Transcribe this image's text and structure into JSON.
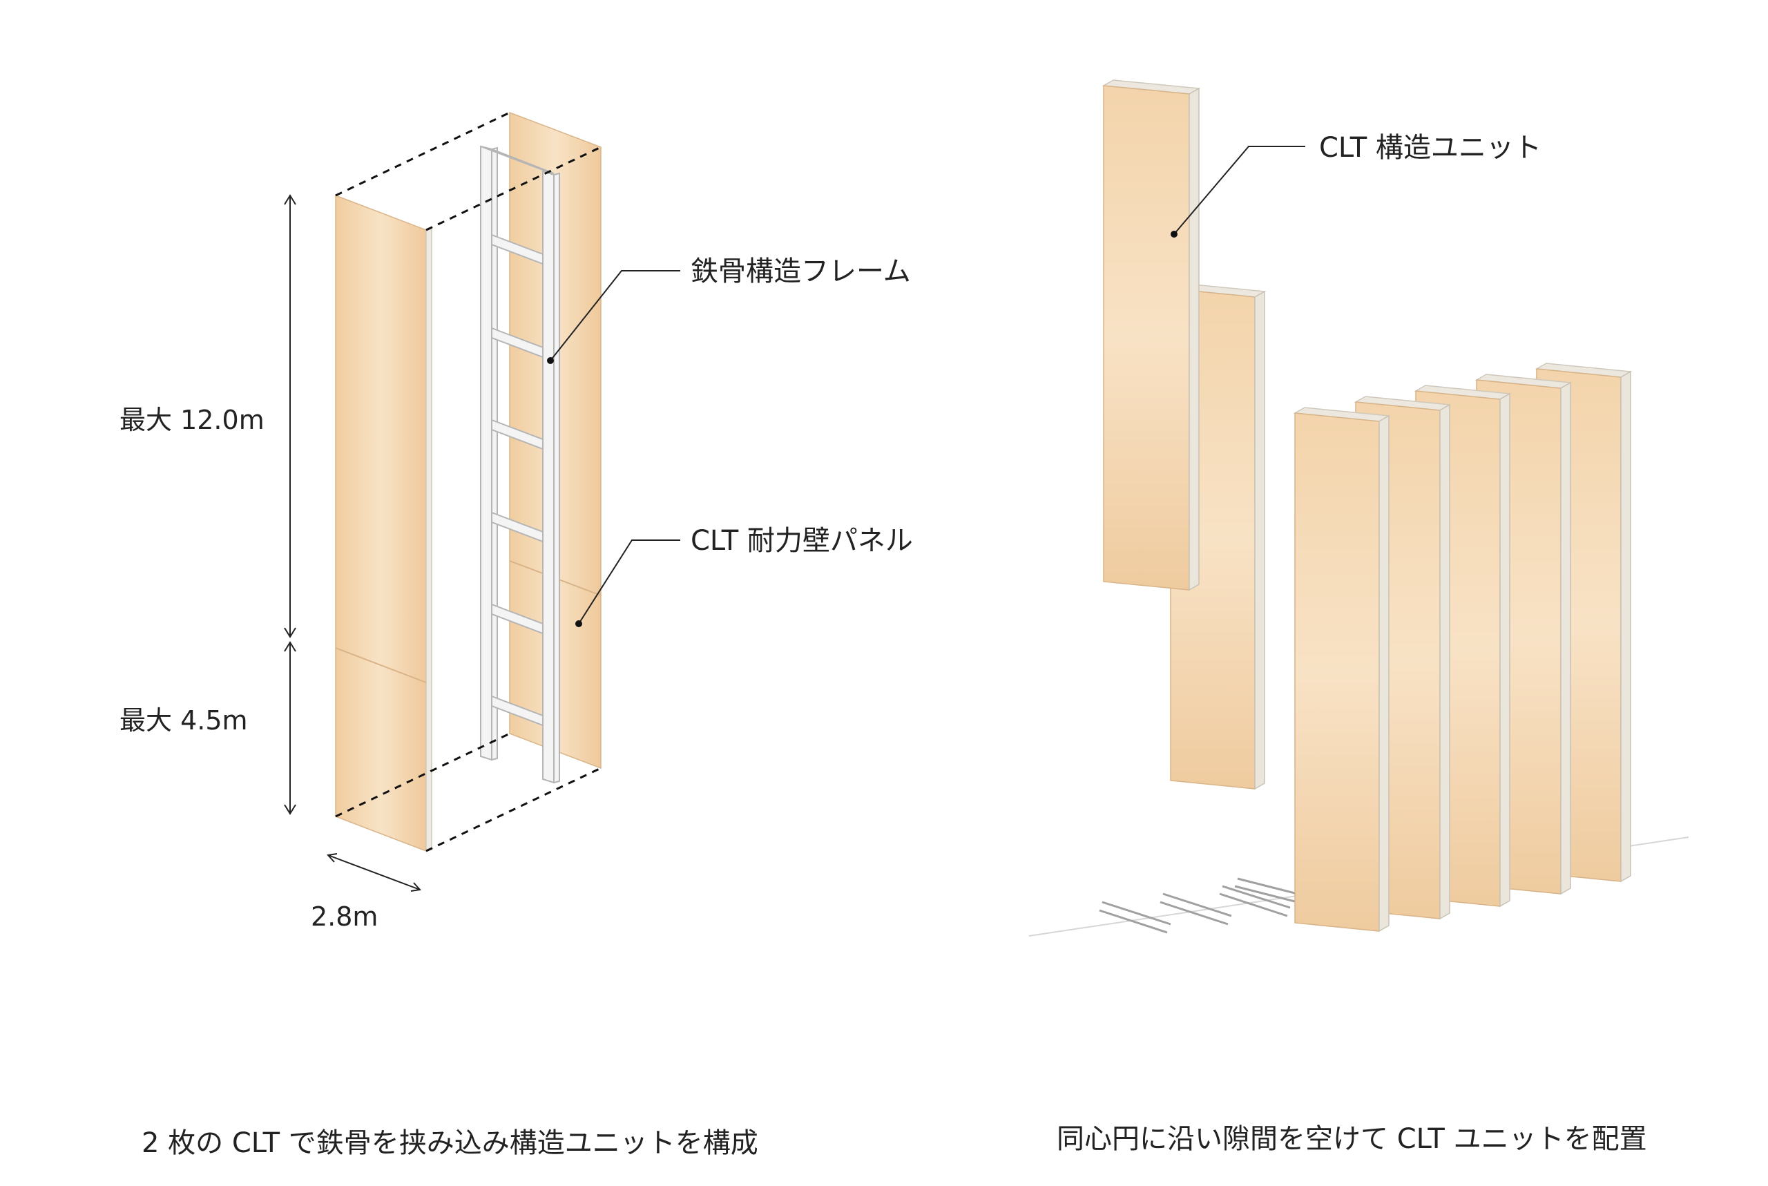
{
  "left_panel": {
    "caption": "2 枚の CLT で鉄骨を挟み込み構造ユニットを構成",
    "callout_steel": "鉄骨構造フレーム",
    "callout_clt": "CLT 耐力壁パネル",
    "dim_upper": "最大 12.0m",
    "dim_lower": "最大 4.5m",
    "dim_width": "2.8m"
  },
  "right_panel": {
    "caption": "同心円に沿い隙間を空けて CLT ユニットを配置",
    "callout_unit": "CLT 構造ユニット",
    "unit_count": 7
  },
  "colors": {
    "wood_face": "#f2d2a8",
    "wood_face_light": "#f7e2c4",
    "wood_edge": "#e8e2d8",
    "steel": "#f4f4f4",
    "steel_stroke": "#b8b8b8",
    "line": "#222222"
  }
}
